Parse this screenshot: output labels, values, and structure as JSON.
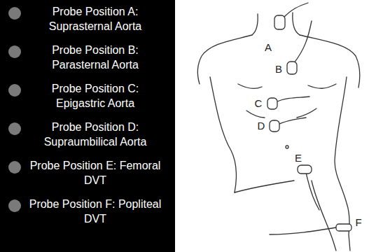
{
  "diagram": {
    "labels": [
      "A",
      "B",
      "C",
      "D",
      "E",
      "F"
    ],
    "legend": [
      {
        "text": "Probe Position A: Suprasternal Aorta",
        "color": "#7a7a7a"
      },
      {
        "text": "Probe Position B: Parasternal Aorta",
        "color": "#7a7a7a"
      },
      {
        "text": "Probe Position C: Epigastric Aorta",
        "color": "#7a7a7a"
      },
      {
        "text": "Probe Position D: Supraumbilical Aorta",
        "color": "#7a7a7a"
      },
      {
        "text": "Probe Position E: Femoral DVT",
        "color": "#7a7a7a"
      },
      {
        "text": "Probe Position F: Popliteal DVT",
        "color": "#7a7a7a"
      }
    ]
  }
}
